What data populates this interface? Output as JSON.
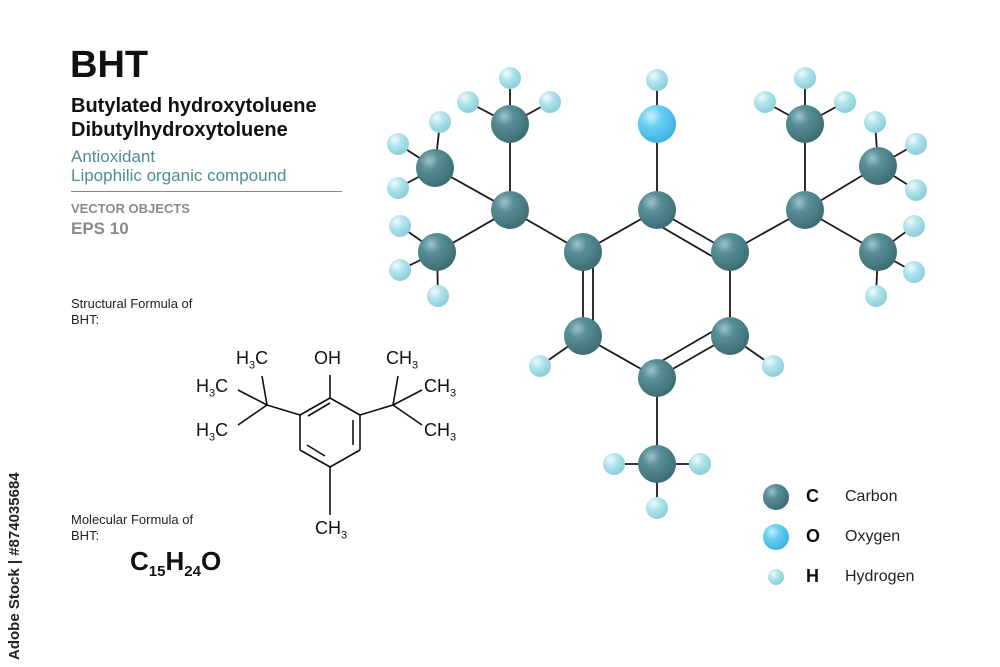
{
  "header": {
    "title": "BHT",
    "names": [
      "Butylated hydroxytoluene",
      "Dibutylhydroxytoluene"
    ],
    "descriptors": [
      "Antioxidant",
      "Lipophilic organic compound"
    ],
    "vector_label": "VECTOR OBJECTS",
    "eps_label": "EPS 10"
  },
  "structural": {
    "caption": "Structural  Formula of BHT:",
    "labels": {
      "oh": "OH",
      "h3c_top": "H3C",
      "ch3_top": "CH3",
      "h3c_left1": "H3C",
      "h3c_left2": "H3C",
      "ch3_right1": "CH3",
      "ch3_right2": "CH3",
      "ch3_bottom": "CH3"
    }
  },
  "molecular": {
    "caption": "Molecular Formula of BHT:",
    "formula": {
      "c": "C",
      "c_count": "15",
      "h": "H",
      "h_count": "24",
      "o": "O"
    }
  },
  "stock_id": "Adobe Stock | #874035684",
  "legend": [
    {
      "symbol": "C",
      "label": "Carbon",
      "color": "#4e8088"
    },
    {
      "symbol": "O",
      "label": "Oxygen",
      "color": "#5fcbf0"
    },
    {
      "symbol": "H",
      "label": "Hydrogen",
      "color": "#a8dfe8"
    }
  ],
  "colors": {
    "carbon": "#4e8088",
    "oxygen": "#5fcbf0",
    "hydrogen": "#a8dfe8",
    "accent": "#4e8d95"
  }
}
